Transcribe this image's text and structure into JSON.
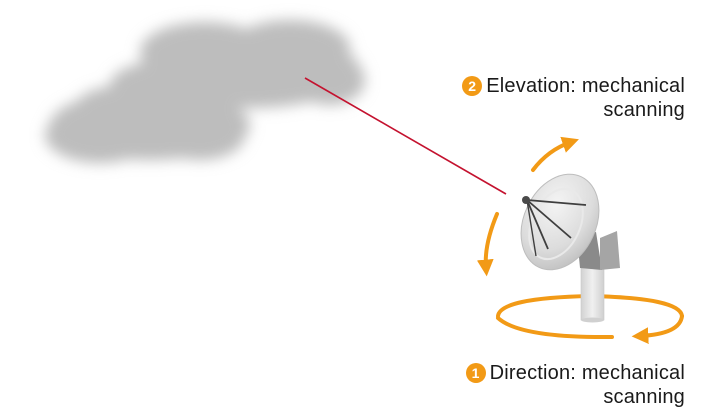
{
  "labels": {
    "elevation": {
      "number": "2",
      "line1": "Elevation: mechanical",
      "line2": "scanning"
    },
    "direction": {
      "number": "1",
      "line1": "Direction: mechanical",
      "line2": "scanning"
    }
  },
  "colors": {
    "arrow": "#f29a16",
    "beam": "#c4122f",
    "cloud": "#bdbdbd",
    "dish": "#e0e0e0",
    "mount": "#8a8a8a",
    "pedestal": "#e6e6e6",
    "text": "#1a1a1a"
  }
}
